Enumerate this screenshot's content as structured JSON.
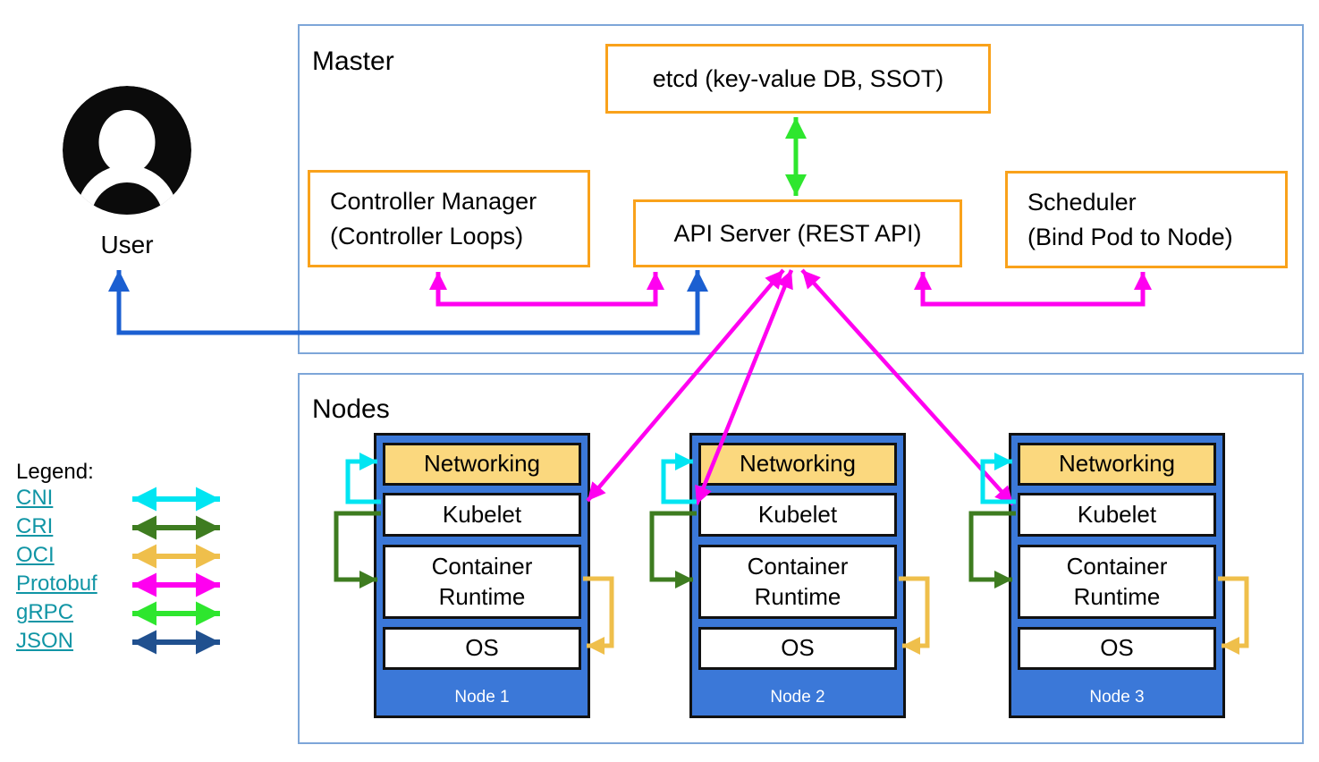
{
  "user": {
    "label": "User"
  },
  "master": {
    "title": "Master",
    "etcd": {
      "label": "etcd (key-value DB, SSOT)"
    },
    "controller_manager": {
      "line1": "Controller Manager",
      "line2": "(Controller Loops)"
    },
    "api_server": {
      "label": "API Server (REST API)"
    },
    "scheduler": {
      "line1": "Scheduler",
      "line2": "(Bind Pod to Node)"
    }
  },
  "nodes_section": {
    "title": "Nodes",
    "layer_labels": {
      "networking": "Networking",
      "kubelet": "Kubelet",
      "container_runtime": "Container Runtime",
      "os": "OS"
    },
    "nodes": [
      {
        "name": "Node 1"
      },
      {
        "name": "Node 2"
      },
      {
        "name": "Node 3"
      }
    ]
  },
  "legend": {
    "title": "Legend:",
    "items": [
      {
        "label": "CNI",
        "color": "#00E5F2"
      },
      {
        "label": "CRI",
        "color": "#3E7C20"
      },
      {
        "label": "OCI",
        "color": "#EFBF4B"
      },
      {
        "label": "Protobuf",
        "color": "#FF00F0"
      },
      {
        "label": "gRPC",
        "color": "#2EE62E"
      },
      {
        "label": "JSON",
        "color": "#20508F"
      }
    ]
  },
  "colors": {
    "user_link_line": "#1B5FD1",
    "orange_border": "#F9A21B",
    "frame_border": "#7DA6D8",
    "node_fill": "#3B78D8",
    "networking_fill": "#FBD87E",
    "legend_link": "#1095A5"
  }
}
